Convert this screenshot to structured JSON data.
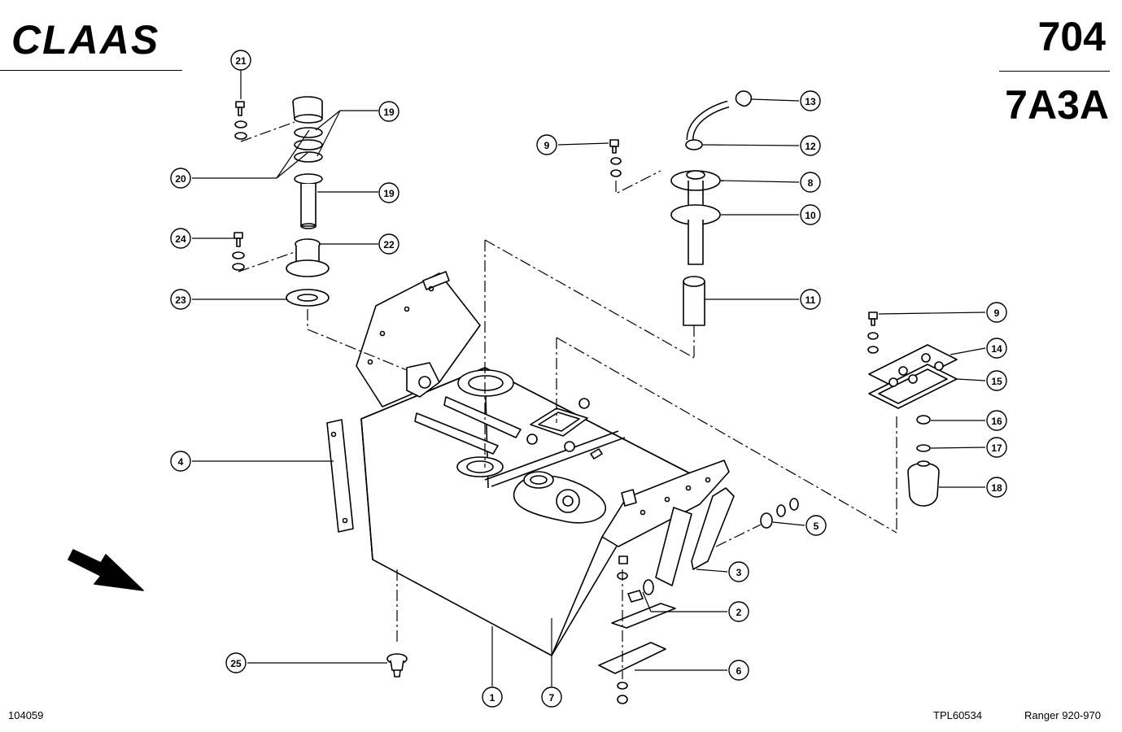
{
  "header": {
    "brand": "CLAAS",
    "page_number": "704",
    "group_code": "7A3A"
  },
  "footer": {
    "image_id": "104059",
    "plate_id": "TPL60534",
    "model": "Ranger 920-970"
  },
  "callouts": [
    {
      "id": "c21",
      "label": "21"
    },
    {
      "id": "c19a",
      "label": "19"
    },
    {
      "id": "c20",
      "label": "20"
    },
    {
      "id": "c19b",
      "label": "19"
    },
    {
      "id": "c24",
      "label": "24"
    },
    {
      "id": "c22",
      "label": "22"
    },
    {
      "id": "c23",
      "label": "23"
    },
    {
      "id": "c9a",
      "label": "9"
    },
    {
      "id": "c13",
      "label": "13"
    },
    {
      "id": "c12",
      "label": "12"
    },
    {
      "id": "c8",
      "label": "8"
    },
    {
      "id": "c10",
      "label": "10"
    },
    {
      "id": "c11",
      "label": "11"
    },
    {
      "id": "c9b",
      "label": "9"
    },
    {
      "id": "c14",
      "label": "14"
    },
    {
      "id": "c15",
      "label": "15"
    },
    {
      "id": "c16",
      "label": "16"
    },
    {
      "id": "c17",
      "label": "17"
    },
    {
      "id": "c18",
      "label": "18"
    },
    {
      "id": "c4",
      "label": "4"
    },
    {
      "id": "c5",
      "label": "5"
    },
    {
      "id": "c3",
      "label": "3"
    },
    {
      "id": "c2",
      "label": "2"
    },
    {
      "id": "c6",
      "label": "6"
    },
    {
      "id": "c25",
      "label": "25"
    },
    {
      "id": "c1",
      "label": "1"
    },
    {
      "id": "c7",
      "label": "7"
    }
  ]
}
